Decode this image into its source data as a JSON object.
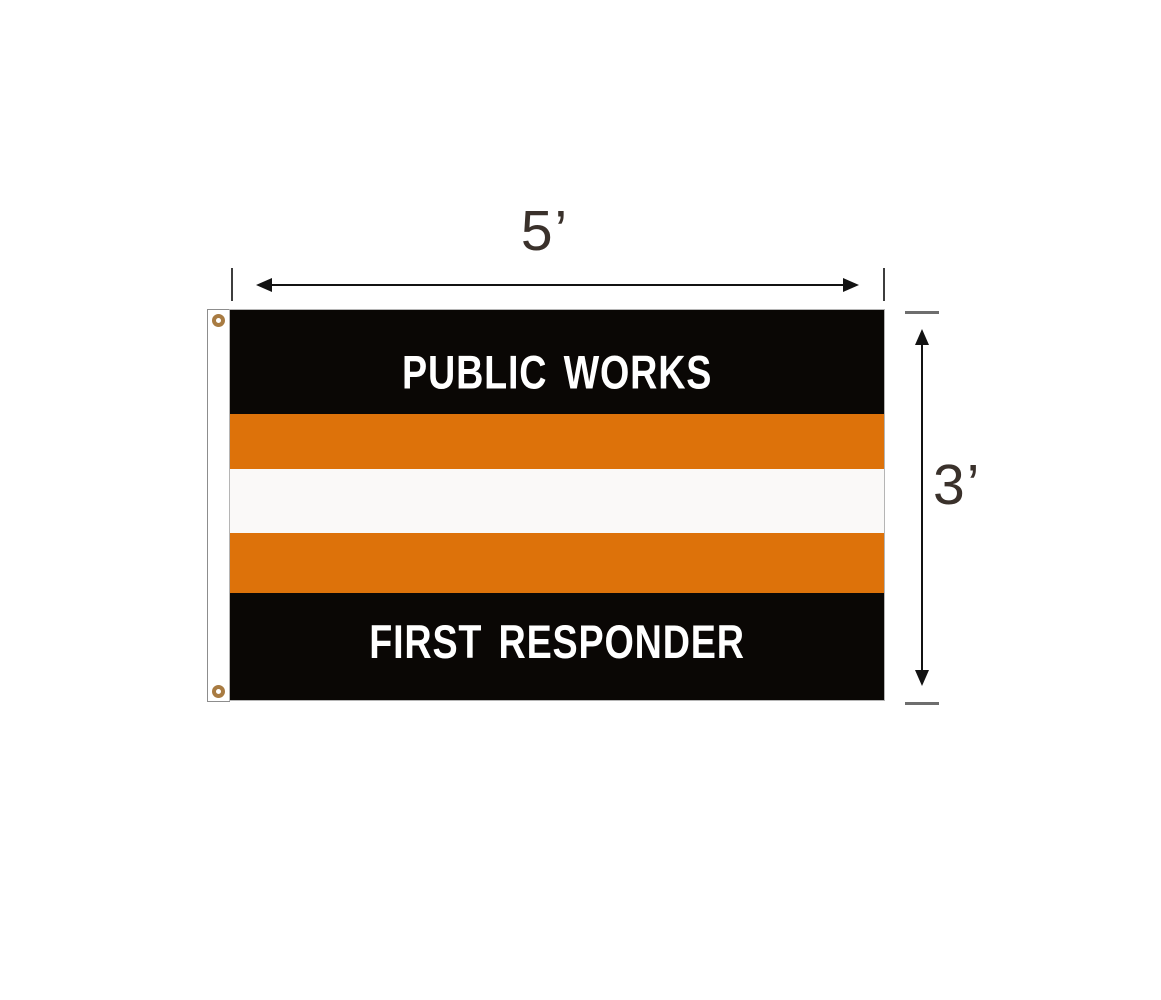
{
  "product": {
    "type": "flag-product-image",
    "flag": {
      "top_text": "PUBLIC WORKS",
      "bottom_text": "FIRST RESPONDER",
      "stripes_top_to_bottom": [
        "black",
        "orange",
        "white",
        "orange",
        "black"
      ]
    },
    "grommets_count": 2
  },
  "dimensions": {
    "width_label": "5’",
    "height_label": "3’"
  },
  "colors": {
    "stripe_black": "#0a0705",
    "stripe_orange": "#dd720a",
    "stripe_white": "#faf9f8",
    "flag_text": "#ffffff",
    "dimension_text": "#3a312b",
    "arrow": "#131313",
    "tick_gray": "#6e6e6e",
    "grommet_brass": "#a87b42",
    "background": "#ffffff"
  }
}
